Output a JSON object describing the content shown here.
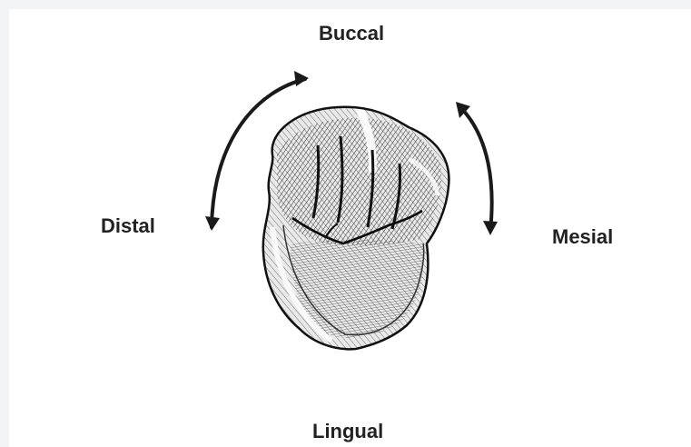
{
  "labels": {
    "buccal": "Buccal",
    "distal": "Distal",
    "mesial": "Mesial",
    "lingual": "Lingual"
  },
  "colors": {
    "background": "#f3f4f5",
    "panel": "#ffffff",
    "ink": "#1a1a1a",
    "text": "#222222"
  },
  "icons": {
    "distal_arrow": "curved-double-arrow-icon",
    "mesial_arrow": "curved-double-arrow-icon"
  }
}
